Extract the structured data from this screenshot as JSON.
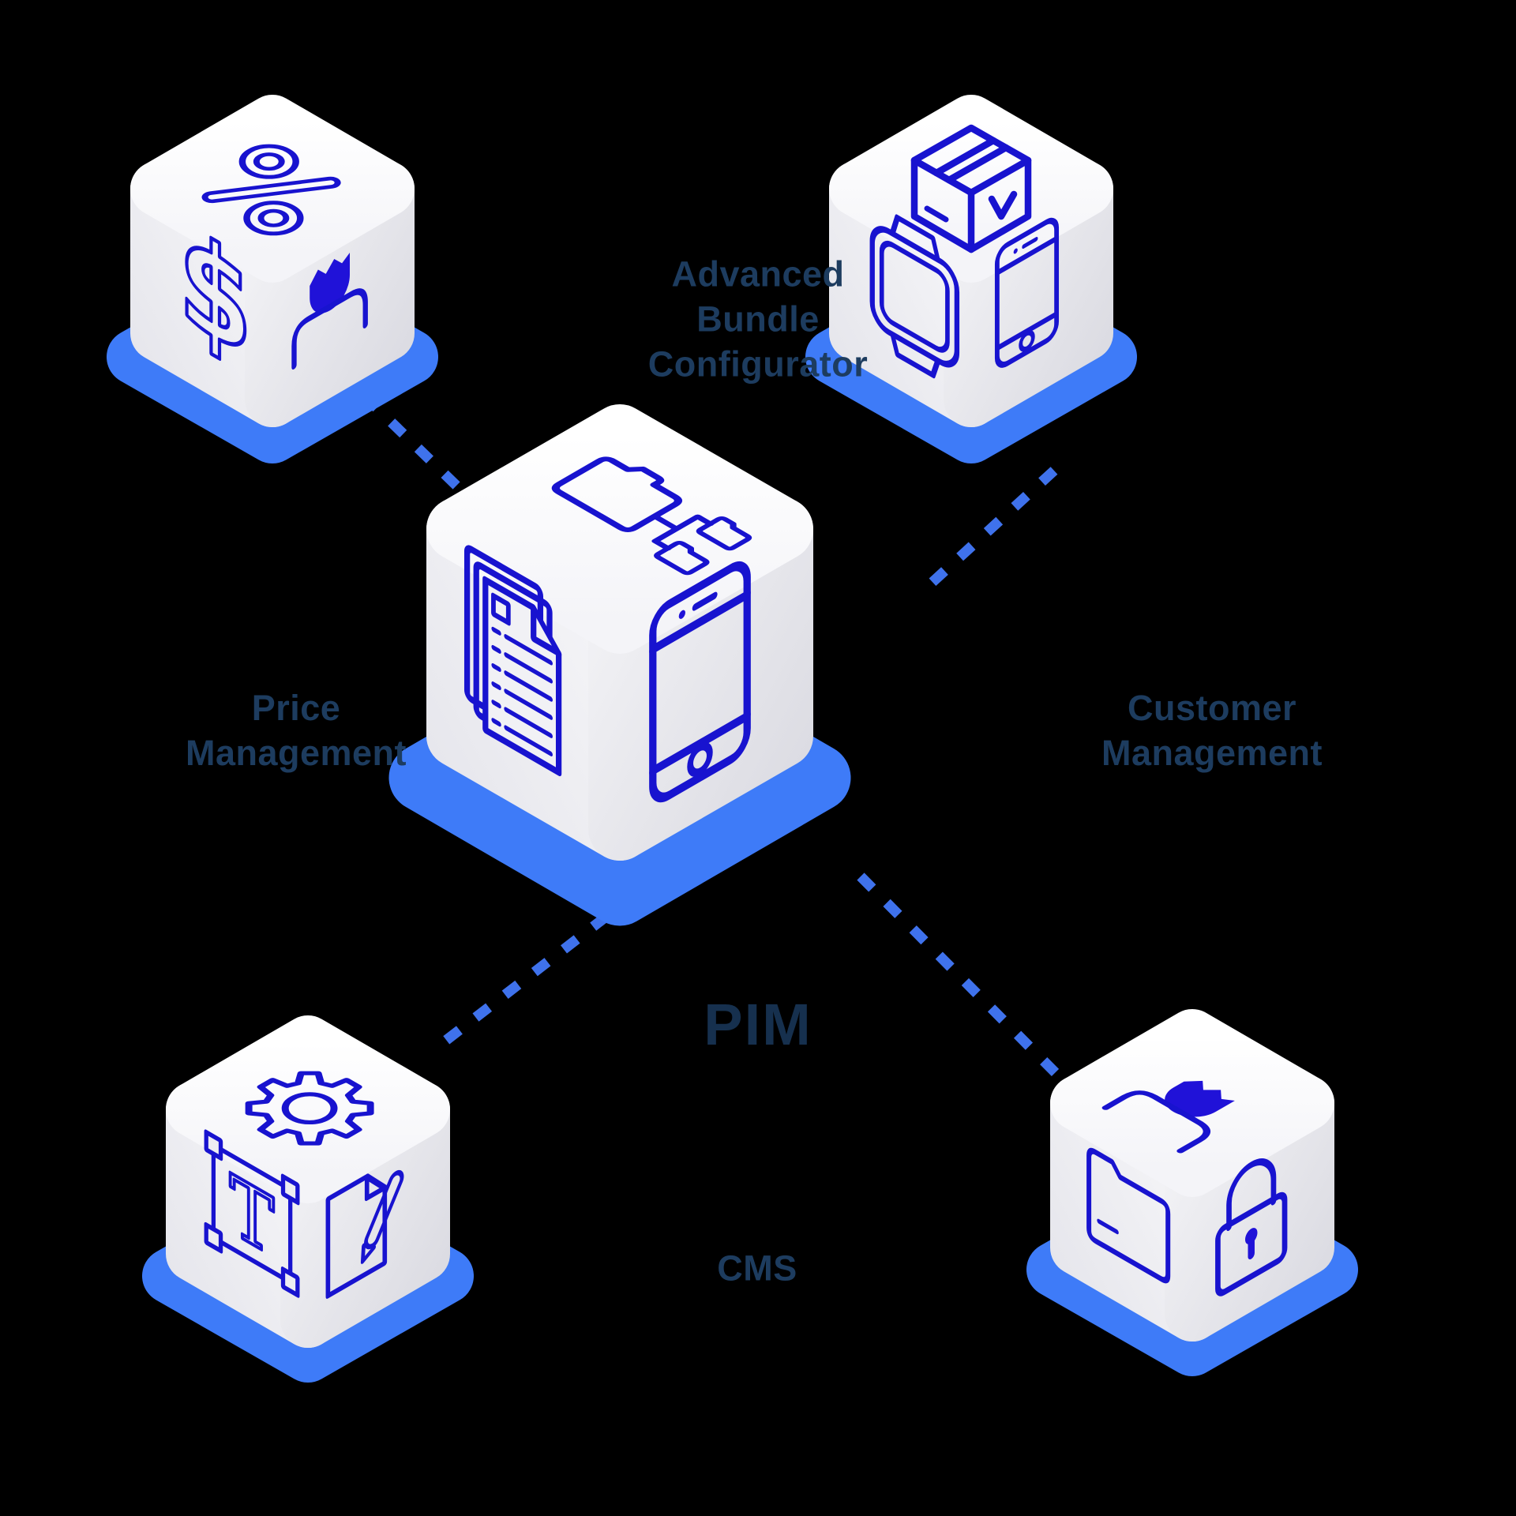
{
  "diagram_title": "PIM integration diagram",
  "colors": {
    "background": "#000000",
    "cube_top": "#ffffff",
    "cube_left": "#ebebf0",
    "cube_right": "#dfdfe6",
    "platform_blue": "#3e7bf8",
    "icon_stroke_blue": "#1813cf",
    "icon_fill_blue": "#2012d8",
    "connector_blue": "#3f72ec",
    "label_navy": "#1d3c5f",
    "center_label_navy": "#16304e"
  },
  "center_node": {
    "id": "pim",
    "label": "PIM",
    "icons": [
      "folder-tree-icon",
      "documents-icon",
      "smartphone-icon"
    ]
  },
  "nodes": [
    {
      "id": "price-management",
      "label_lines": [
        "Price",
        "Management"
      ],
      "icons": [
        "percent-icon",
        "dollar-icon",
        "customer-icon"
      ]
    },
    {
      "id": "advanced-bundle-configurator",
      "label_lines": [
        "Advanced",
        "Bundle",
        "Configurator"
      ],
      "icons": [
        "package-box-icon",
        "smartwatch-icon",
        "smartphone-icon"
      ]
    },
    {
      "id": "cms",
      "label_lines": [
        "CMS"
      ],
      "icons": [
        "gear-icon",
        "text-frame-icon",
        "edit-document-icon"
      ]
    },
    {
      "id": "customer-management",
      "label_lines": [
        "Customer",
        "Management"
      ],
      "icons": [
        "customer-icon",
        "folder-icon",
        "padlock-icon"
      ]
    }
  ],
  "connections": [
    {
      "from": "pim",
      "to": "price-management"
    },
    {
      "from": "pim",
      "to": "advanced-bundle-configurator"
    },
    {
      "from": "pim",
      "to": "cms"
    },
    {
      "from": "pim",
      "to": "customer-management"
    }
  ],
  "icon_glyphs": {
    "dollar": "$",
    "letter_t": "T"
  }
}
